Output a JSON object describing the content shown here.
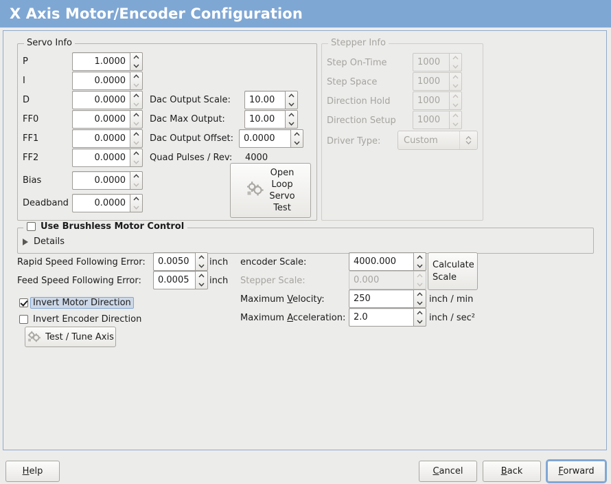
{
  "window": {
    "title": "X Axis Motor/Encoder Configuration",
    "titlebar_color": "#7fa7d4",
    "panel_border_color": "#8faacb",
    "background_color": "#ececeb"
  },
  "servo_info": {
    "legend": "Servo Info",
    "enabled": true,
    "rows": [
      {
        "label": "P",
        "value": "1.0000"
      },
      {
        "label": "I",
        "value": "0.0000"
      },
      {
        "label": "D",
        "value": "0.0000"
      },
      {
        "label": "FF0",
        "value": "0.0000"
      },
      {
        "label": "FF1",
        "value": "0.0000"
      },
      {
        "label": "FF2",
        "value": "0.0000"
      },
      {
        "label": "Bias",
        "value": "0.0000"
      },
      {
        "label": "Deadband",
        "value": "0.0000"
      }
    ],
    "dac": [
      {
        "label": "Dac Output Scale:",
        "value": "10.00"
      },
      {
        "label": "Dac Max Output:",
        "value": "10.00"
      },
      {
        "label": "Dac Output Offset:",
        "value": "0.0000"
      }
    ],
    "quad_pulses_label": "Quad Pulses / Rev:",
    "quad_pulses_value": "4000",
    "open_loop_button": {
      "lines": [
        "Open",
        "Loop",
        "Servo",
        "Test"
      ],
      "icon": "gears-icon"
    }
  },
  "stepper_info": {
    "legend": "Stepper Info",
    "enabled": false,
    "rows": [
      {
        "label": "Step On-Time",
        "value": "1000"
      },
      {
        "label": "Step Space",
        "value": "1000"
      },
      {
        "label": "Direction Hold",
        "value": "1000"
      },
      {
        "label": "Direction Setup",
        "value": "1000"
      }
    ],
    "driver_type_label": "Driver Type:",
    "driver_type_value": "Custom"
  },
  "brushless": {
    "legend": "Use Brushless Motor Control",
    "checked": false,
    "details_label": "Details",
    "details_expanded": false
  },
  "following_error": {
    "rapid_label": "Rapid Speed Following Error:",
    "rapid_value": "0.0050",
    "rapid_unit": "inch",
    "feed_label": "Feed Speed Following Error:",
    "feed_value": "0.0005",
    "feed_unit": "inch"
  },
  "invert": {
    "motor_label": "Invert Motor Direction",
    "motor_checked": true,
    "motor_focused": true,
    "encoder_label": "Invert Encoder Direction",
    "encoder_checked": false
  },
  "test_tune_button": {
    "label": "Test / Tune Axis",
    "icon": "gears-icon"
  },
  "scales": {
    "encoder_label": "encoder Scale:",
    "encoder_value": "4000.000",
    "encoder_enabled": true,
    "stepper_label": "Stepper Scale:",
    "stepper_value": "0.000",
    "stepper_enabled": false,
    "max_velocity_label_pre": "Maximum ",
    "max_velocity_label_key": "V",
    "max_velocity_label_post": "elocity:",
    "max_velocity_value": "250",
    "max_velocity_unit": "inch / min",
    "max_accel_label_pre": "Maximum ",
    "max_accel_label_key": "A",
    "max_accel_label_post": "cceleration:",
    "max_accel_value": "2.0",
    "max_accel_unit": "inch / sec²",
    "calculate_button": {
      "line1": "Calculate",
      "line2": "Scale"
    }
  },
  "footer": {
    "help": {
      "pre": "",
      "key": "H",
      "post": "elp"
    },
    "cancel": {
      "pre": "",
      "key": "C",
      "post": "ancel"
    },
    "back": {
      "pre": "",
      "key": "B",
      "post": "ack"
    },
    "forward": {
      "pre": "",
      "key": "F",
      "post": "orward",
      "focused": true
    }
  }
}
